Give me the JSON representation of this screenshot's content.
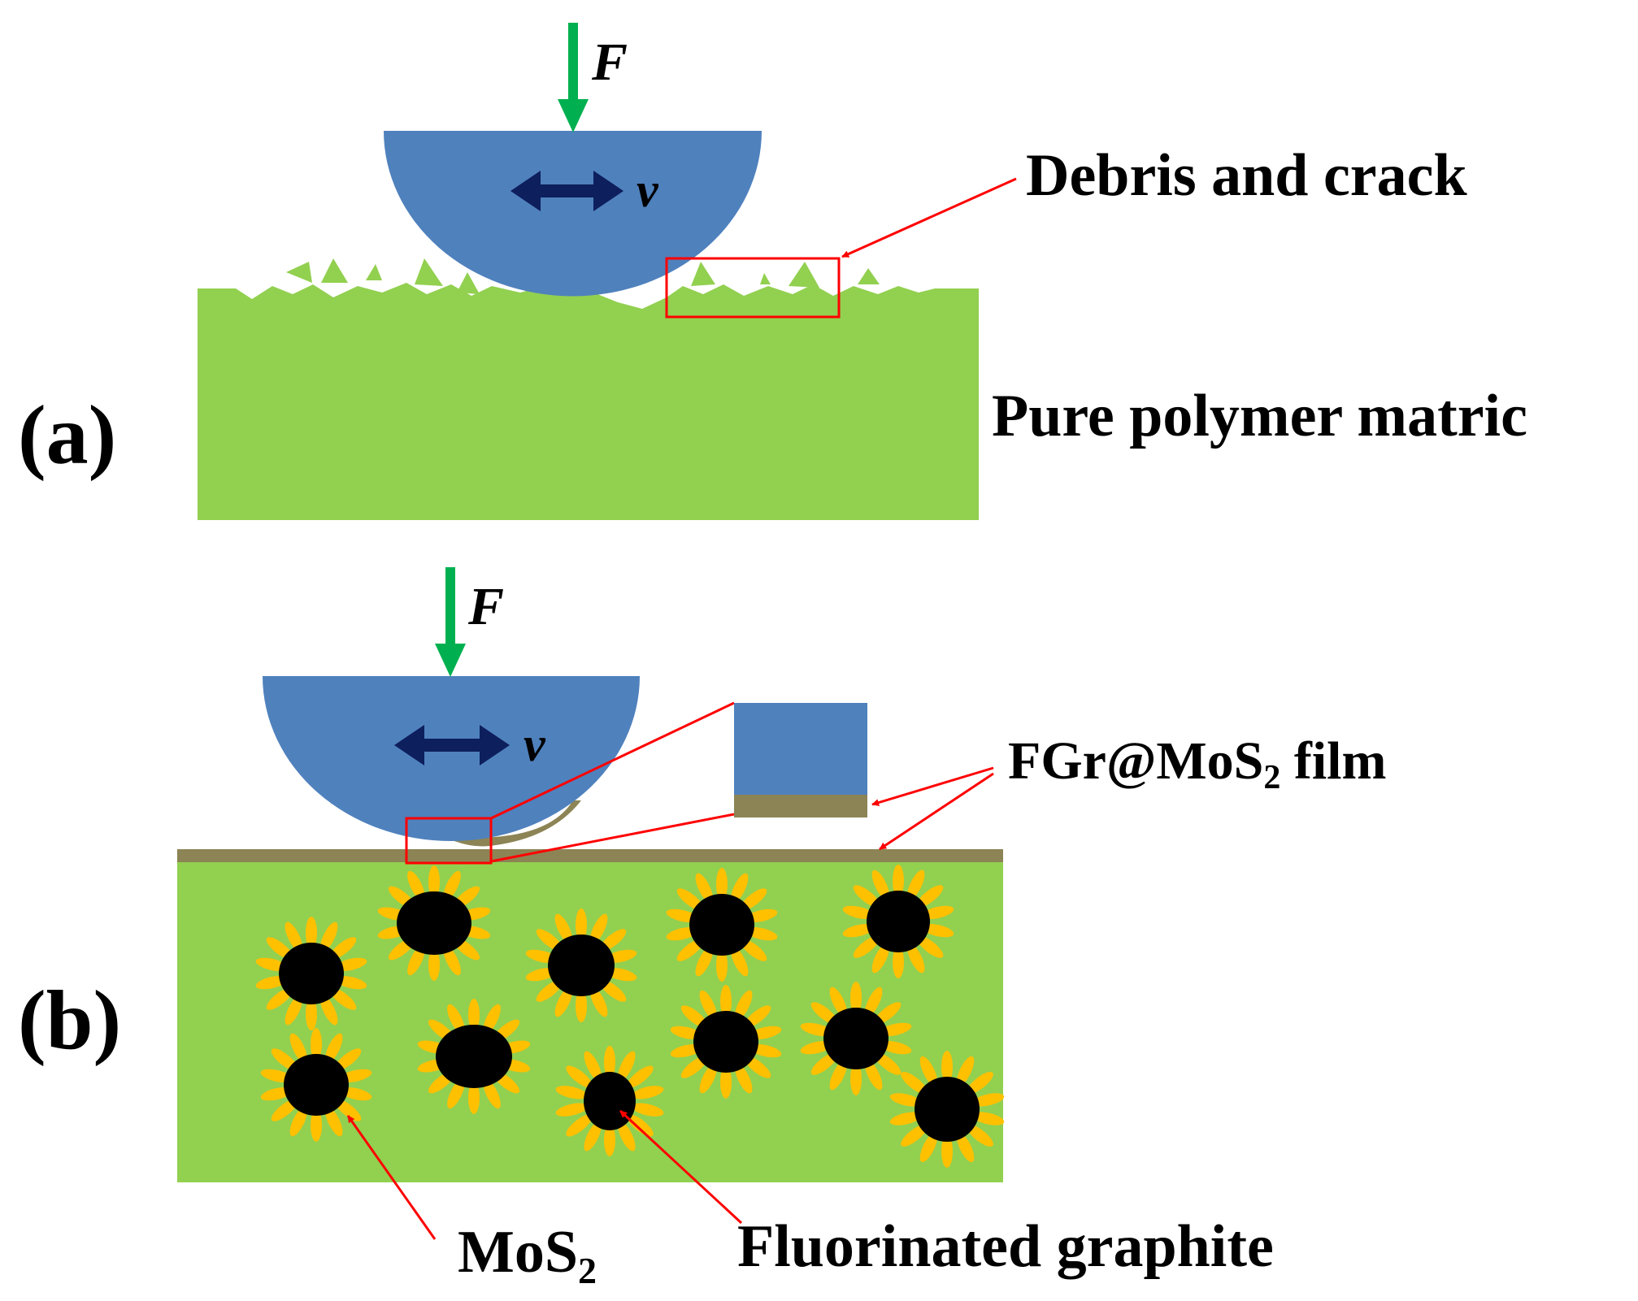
{
  "colors": {
    "polymer_green": "#92d050",
    "ball_blue": "#4f81bd",
    "velocity_arrow_navy": "#0d1f5c",
    "force_arrow_green": "#00b050",
    "film_olive": "#8c8455",
    "pointer_red": "#ff0000",
    "mos2_yellow": "#ffc000",
    "graphite_black": "#000000"
  },
  "panel_a": {
    "panel_label": "(a)",
    "force_label": "F",
    "velocity_label": "v",
    "callout_label": "Debris and crack",
    "matrix_label": "Pure polymer matric"
  },
  "panel_b": {
    "panel_label": "(b)",
    "force_label": "F",
    "velocity_label": "v",
    "film_label_main": "FGr@MoS",
    "film_label_sub": "2",
    "film_label_tail": " film",
    "mos2_label_main": "MoS",
    "mos2_label_sub": "2",
    "graphite_label": "Fluorinated graphite"
  }
}
